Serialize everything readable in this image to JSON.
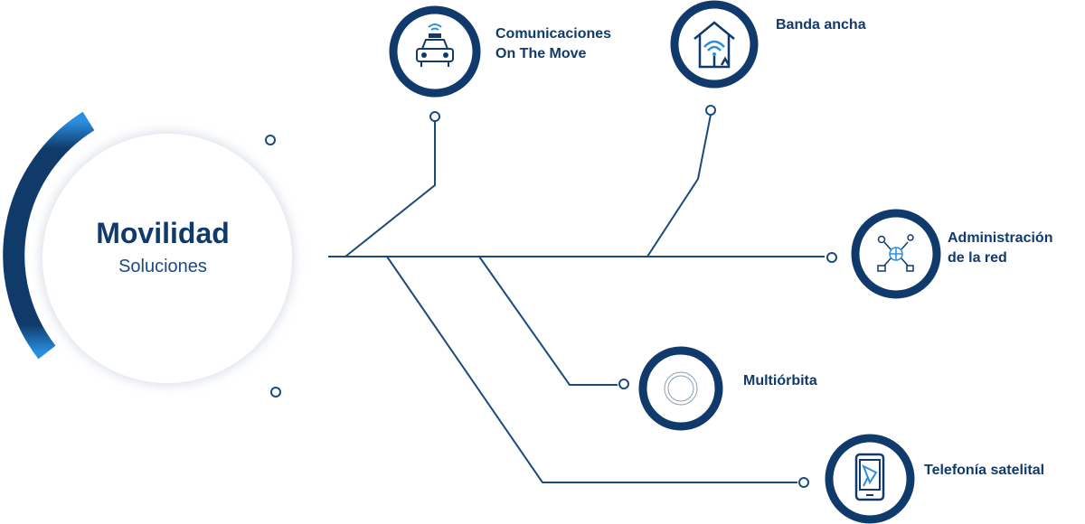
{
  "hub": {
    "title": "Movilidad",
    "subtitle": "Soluciones"
  },
  "nodes": [
    {
      "id": "comunicaciones",
      "label": "Comunicaciones\nOn The Move",
      "icon": "car-wifi-icon"
    },
    {
      "id": "banda-ancha",
      "label": "Banda ancha",
      "icon": "house-wifi-icon"
    },
    {
      "id": "administracion",
      "label": "Administración\nde la red",
      "icon": "network-globe-icon"
    },
    {
      "id": "multiorbita",
      "label": "Multiórbita",
      "icon": "orbit-icon"
    },
    {
      "id": "telefonia",
      "label": "Telefonía satelital",
      "icon": "satellite-phone-icon"
    }
  ],
  "colors": {
    "primary": "#103a6b",
    "accent": "#2a8fe0",
    "line": "#1b4b7d"
  }
}
